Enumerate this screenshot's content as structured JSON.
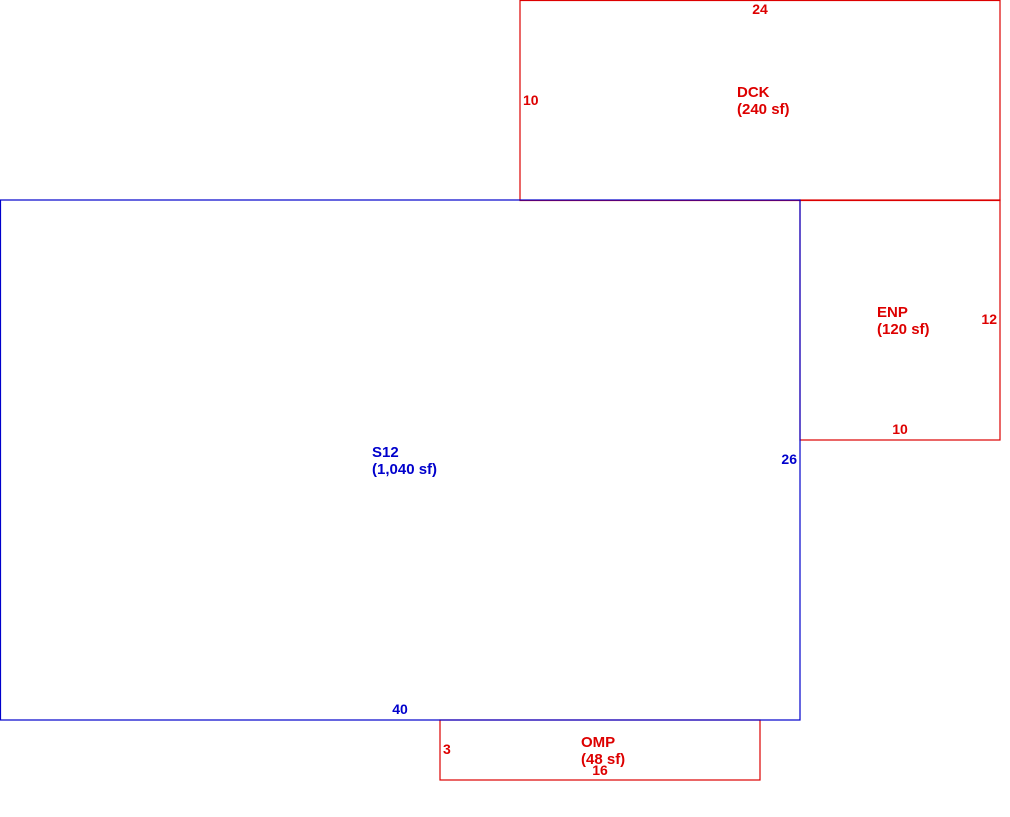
{
  "colors": {
    "main": "#0000cc",
    "addition": "#dd0000"
  },
  "areas": {
    "s12": {
      "code": "S12",
      "area": "(1,040 sf)",
      "width": "40",
      "depth": "26"
    },
    "dck": {
      "code": "DCK",
      "area": "(240 sf)",
      "width": "24",
      "depth": "10"
    },
    "enp": {
      "code": "ENP",
      "area": "(120 sf)",
      "width": "10",
      "depth": "12"
    },
    "omp": {
      "code": "OMP",
      "area": "(48 sf)",
      "width": "16",
      "depth": "3"
    }
  }
}
